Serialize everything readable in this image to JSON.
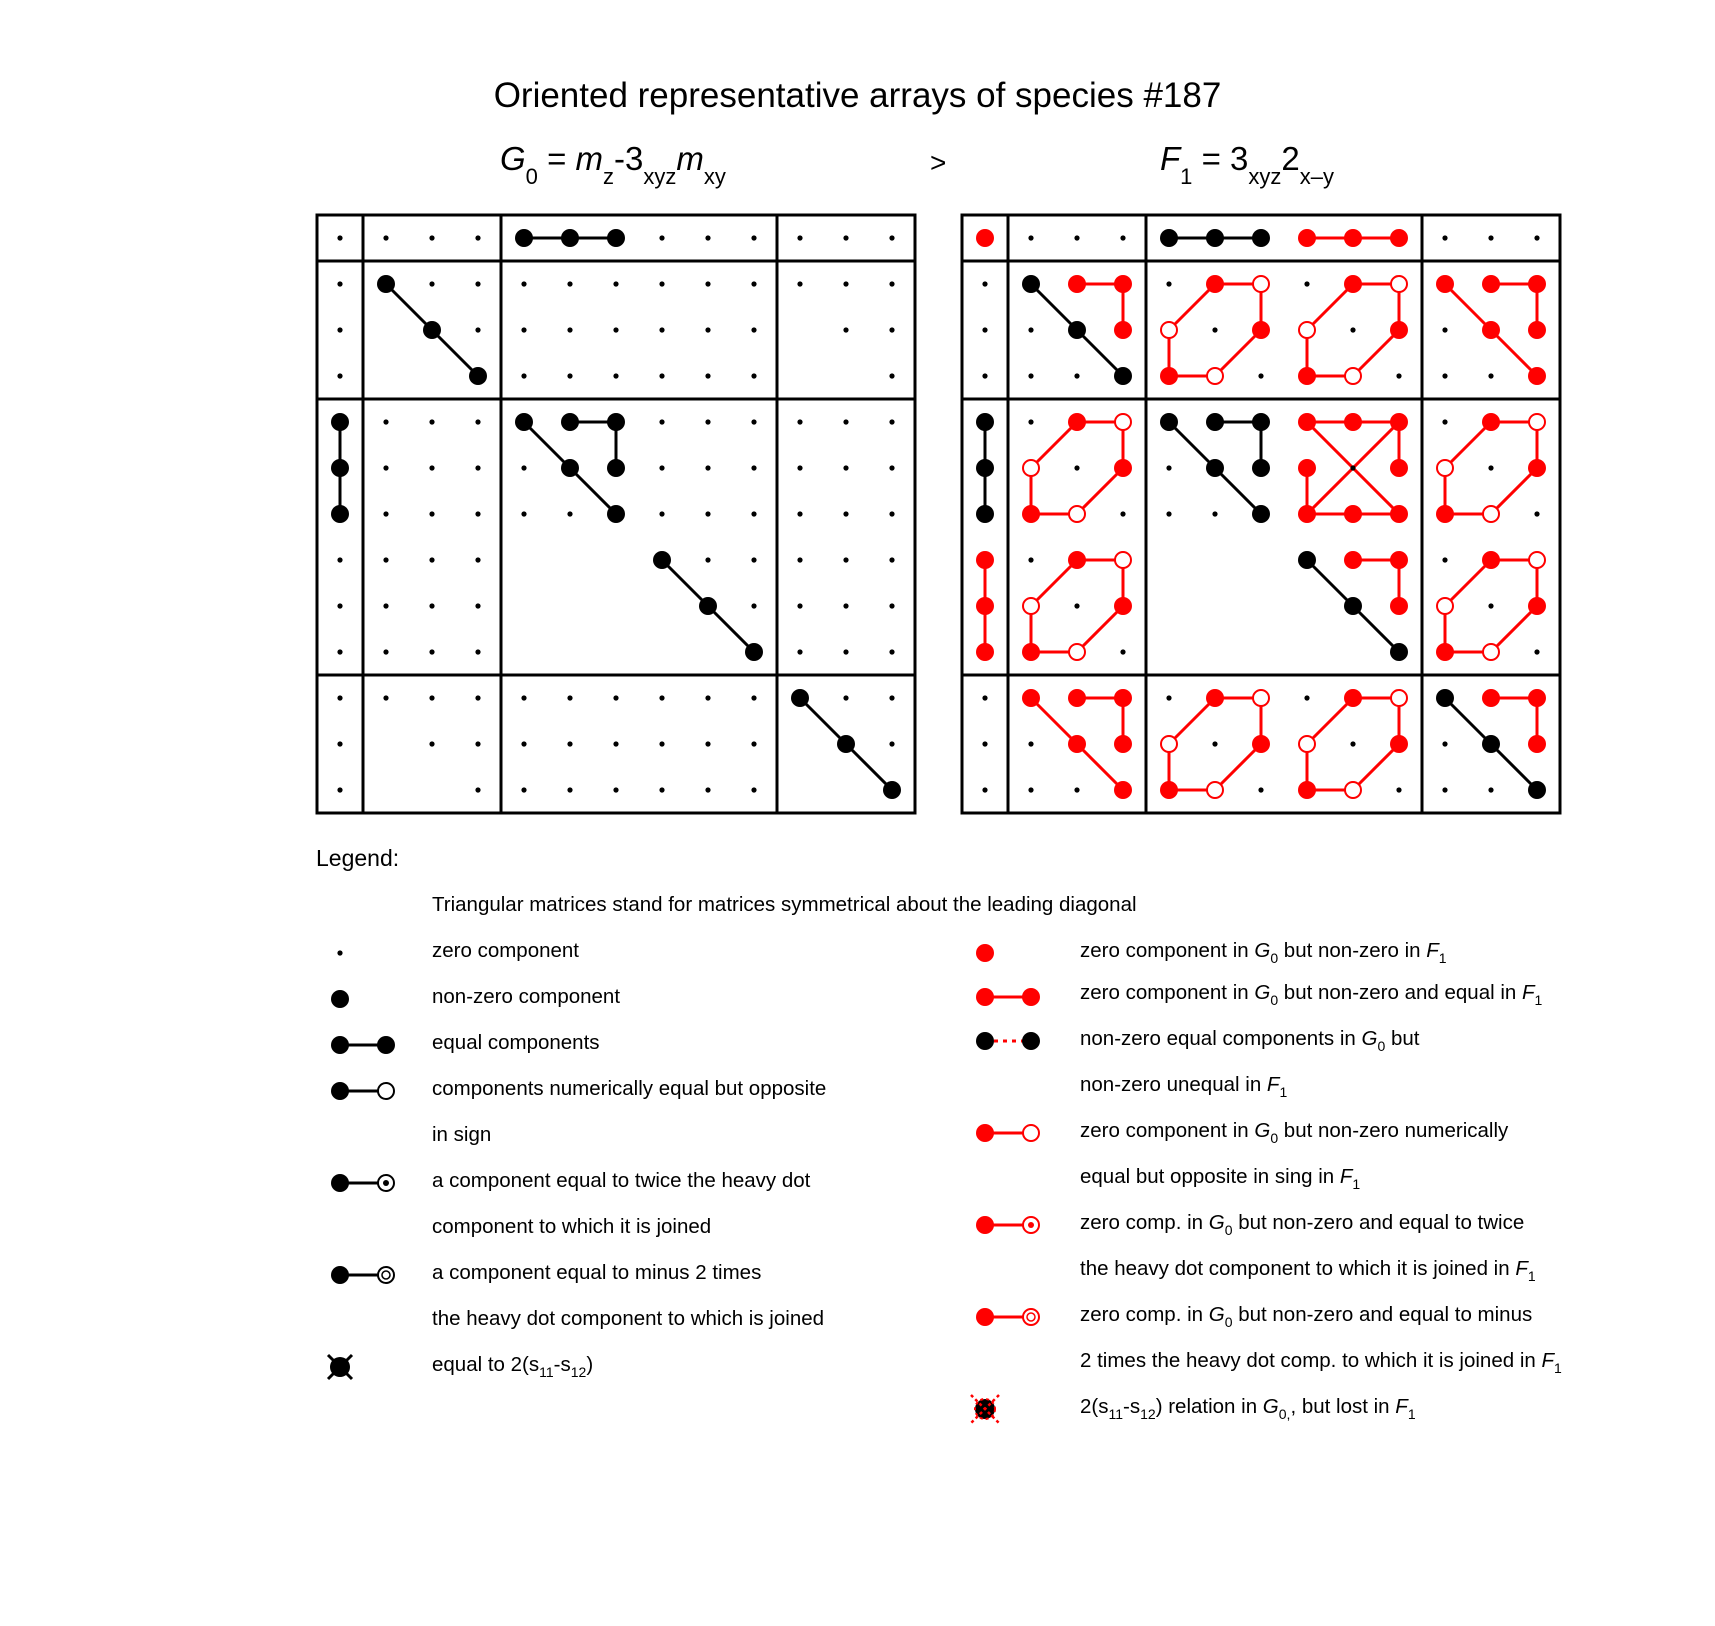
{
  "title": "Oriented representative arrays of species #187",
  "relation_symbol": ">",
  "left_formula": {
    "G": "G",
    "G_sub": "0",
    "eq": " = ",
    "m1": "m",
    "m1_sub": "z",
    "dash3": "-3",
    "three_sub": "xyz",
    "m2": "m",
    "m2_sub": "xy"
  },
  "right_formula": {
    "F": "F",
    "F_sub": "1",
    "eq": " = 3",
    "three_sub": "xyz",
    "two": "2",
    "two_sub": "x–y"
  },
  "colors": {
    "black": "#000000",
    "red": "#ff0000"
  },
  "legend": {
    "title": "Legend:",
    "note": "Triangular matrices stand for matrices symmetrical about the leading diagonal",
    "left": {
      "zero": "zero component",
      "nonzero": "non-zero component",
      "equal": "equal components",
      "opposite_1": "components numerically equal but opposite",
      "opposite_2": "in sign",
      "twice_1": "a component equal to twice the heavy dot",
      "twice_2": "component to which it is joined",
      "minus2_1": "a component equal to minus 2 times",
      "minus2_2": "the heavy dot component to which is joined",
      "s11_pre": "equal to 2(s",
      "s11_sub1": "11",
      "s11_mid": "-s",
      "s11_sub2": "12",
      "s11_post": ")"
    },
    "right": {
      "r1_a": "zero component in ",
      "r1_b": " but non-zero in ",
      "r2_a": "zero component in ",
      "r2_b": " but non-zero and equal in ",
      "r3_a": "non-zero equal components in ",
      "r3_b": " but",
      "r3_2": "non-zero unequal in ",
      "r4_a": "zero component in ",
      "r4_b": " but non-zero numerically",
      "r4_2": "equal but opposite in sing in ",
      "r5_a": "zero comp. in ",
      "r5_b": " but non-zero and equal to twice",
      "r5_2": "the heavy dot component to which it is joined in ",
      "r6_a": "zero comp. in ",
      "r6_b": " but non-zero and equal to minus",
      "r6_2": "2 times the heavy dot comp. to which it is joined in ",
      "r7_pre": "2(s",
      "r7_sub1": "11",
      "r7_mid": "-s",
      "r7_sub2": "12",
      "r7_b": ") relation in ",
      "r7_c": ", but lost in "
    },
    "sym": {
      "G": "G",
      "G_sub": "0",
      "F": "F",
      "F_sub": "1",
      "G0comma_sub": "0,"
    }
  }
}
